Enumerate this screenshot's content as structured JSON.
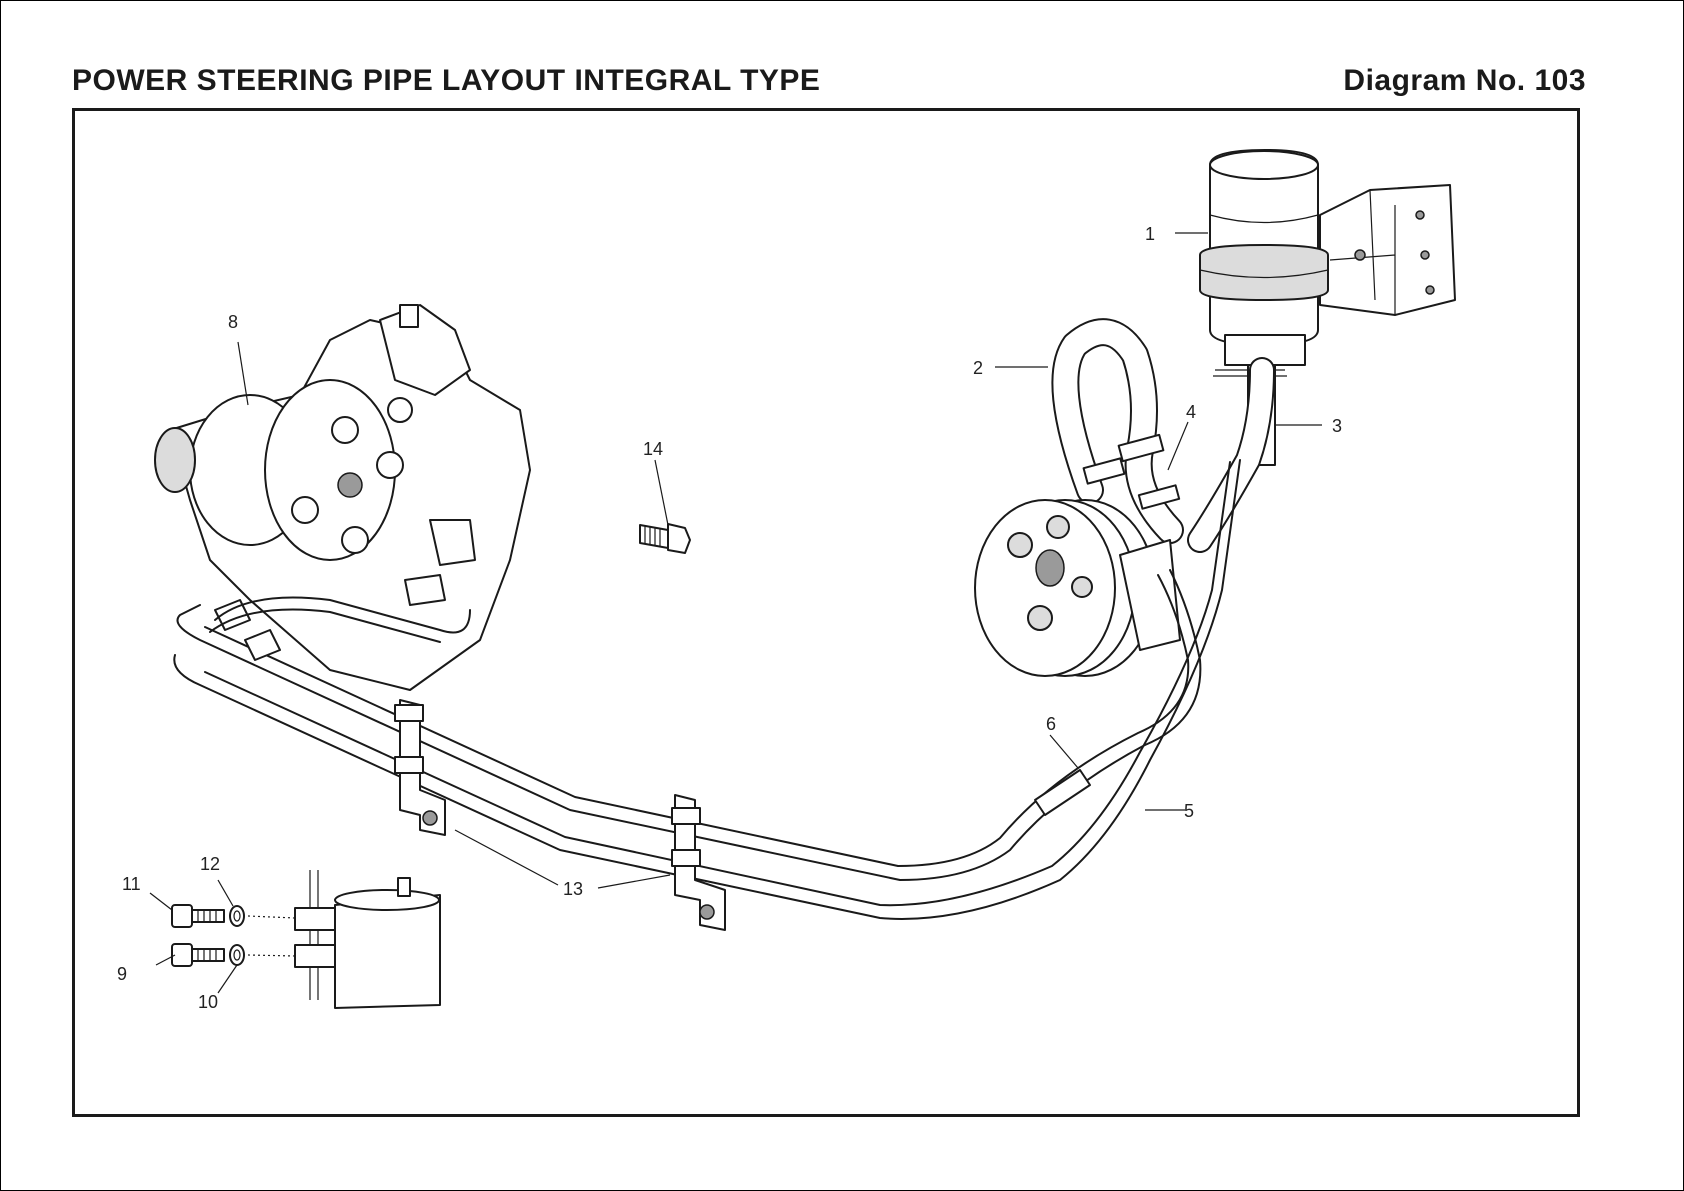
{
  "header": {
    "title": "POWER STEERING PIPE LAYOUT INTEGRAL TYPE",
    "diagram_number": "Diagram No. 103"
  },
  "callouts": {
    "c1": "1",
    "c2": "2",
    "c3": "3",
    "c4": "4",
    "c5": "5",
    "c6": "6",
    "c8": "8",
    "c9": "9",
    "c10": "10",
    "c11": "11",
    "c12": "12",
    "c13": "13",
    "c14": "14"
  },
  "colors": {
    "line": "#1a1a1a",
    "background": "#ffffff",
    "shade": "#dcdcdc"
  }
}
